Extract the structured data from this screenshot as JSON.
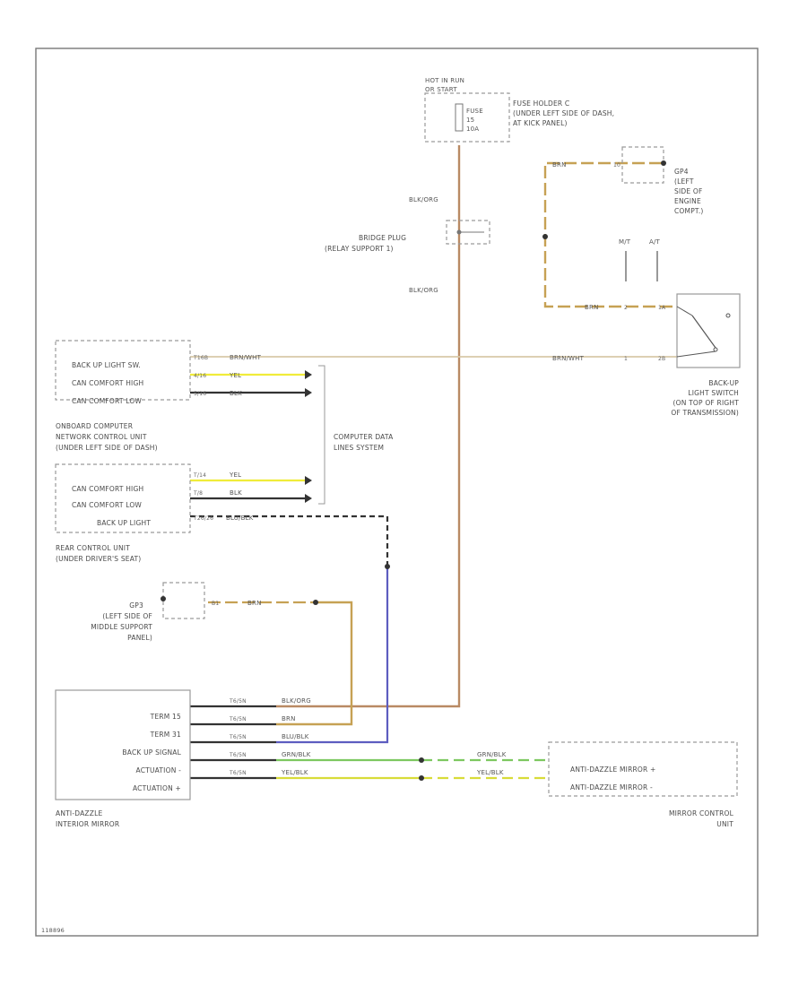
{
  "colors": {
    "background": "#ffffff",
    "border": "#777777",
    "component_outline": "#9a9a9a",
    "wire_brown": "#b98a64",
    "wire_tan": "#d8c9a8",
    "wire_yellow_wire": "#f0ec3a",
    "wire_black": "#333333",
    "wire_brown_yellow": "#c6a154",
    "wire_blue": "#5d5dc0",
    "wire_green": "#7dc860",
    "wire_yellow_green": "#d8dc38"
  },
  "labels": {
    "hot_note_l1": "HOT IN RUN",
    "hot_note_l2": "OR START",
    "fuse_id": "FUSE",
    "fuse_num": "15",
    "fuse_amp": "10A",
    "fuse_holder_l1": "FUSE HOLDER C",
    "fuse_holder_l2": "(UNDER LEFT SIDE OF DASH,",
    "fuse_holder_l3": "AT KICK PANEL)",
    "wire_blk_org_1": "BLK/ORG",
    "bridge_l1": "BRIDGE PLUG",
    "bridge_l2": "(RELAY SUPPORT 1)",
    "wire_blk_org_2": "BLK/ORG",
    "ground_g1_id": "GP4",
    "ground_g1_l1": "(LEFT",
    "ground_g1_l2": "SIDE OF",
    "ground_g1_l3": "ENGINE",
    "ground_g1_l4": "COMPT.)",
    "ground_g1_wire": "BRN",
    "ground_g1_pin": "10",
    "mt_label": "M/T",
    "at_label": "A/T",
    "switch_wire_brn": "BRN",
    "switch_pin_a": "2",
    "switch_pin_a2": "1A",
    "switch_wire_brn_wht": "BRN/WHT",
    "switch_pin_b": "1",
    "switch_pin_b2": "2B",
    "backup_switch_l1": "BACK-UP",
    "backup_switch_l2": "LIGHT SWITCH",
    "backup_switch_l3": "(ON TOP OF RIGHT",
    "backup_switch_l4": "OF TRANSMISSION)",
    "onboard_pin_1": "T16B",
    "onboard_pin_1_wire": "BRN/WHT",
    "onboard_row_1": "BACK UP LIGHT SW.",
    "onboard_pin_2": "4/16",
    "onboard_pin_2_wire": "YEL",
    "onboard_row_2": "CAN COMFORT HIGH",
    "onboard_pin_3": "5/16",
    "onboard_pin_3_wire": "BLK",
    "onboard_row_3": "CAN COMFORT LOW",
    "onboard_l1": "ONBOARD COMPUTER",
    "onboard_l2": "NETWORK CONTROL UNIT",
    "onboard_l3": "(UNDER LEFT SIDE OF DASH)",
    "data_lines_l1": "COMPUTER DATA",
    "data_lines_l2": "LINES SYSTEM",
    "rear_pin_1": "T/14",
    "rear_pin_1_wire": "YEL",
    "rear_row_1": "CAN COMFORT HIGH",
    "rear_pin_2": "T/8",
    "rear_pin_2_wire": "BLK",
    "rear_row_2": "CAN COMFORT LOW",
    "rear_pin_3": "T26/26",
    "rear_pin_3_wire": "BLU/BLK",
    "rear_row_3": "BACK UP LIGHT",
    "rear_l1": "REAR CONTROL UNIT",
    "rear_l2": "(UNDER DRIVER'S SEAT)",
    "ground_g2_id": "GP3",
    "ground_g2_l1": "(LEFT SIDE OF",
    "ground_g2_l2": "MIDDLE SUPPORT",
    "ground_g2_l3": "PANEL)",
    "ground_g2_pin": "B1",
    "ground_g2_wire": "BRN",
    "mirror_row_1": "TERM 15",
    "mirror_row_2": "TERM 31",
    "mirror_row_3": "BACK UP SIGNAL",
    "mirror_row_4": "ACTUATION -",
    "mirror_row_5": "ACTUATION +",
    "mirror_pin_tag": "T6/5N",
    "mirror_wire_1": "BLK/ORG",
    "mirror_wire_2": "BRN",
    "mirror_wire_3": "BLU/BLK",
    "mirror_wire_4": "GRN/BLK",
    "mirror_wire_5": "YEL/BLK",
    "mirror_l1": "ANTI-DAZZLE",
    "mirror_l2": "INTERIOR MIRROR",
    "mcu_wire_1": "GRN/BLK",
    "mcu_wire_2": "YEL/BLK",
    "mcu_row_1": "ANTI-DAZZLE MIRROR +",
    "mcu_row_2": "ANTI-DAZZLE MIRROR -",
    "mcu_l1": "MIRROR CONTROL",
    "mcu_l2": "UNIT",
    "diagram_id": "118896"
  }
}
